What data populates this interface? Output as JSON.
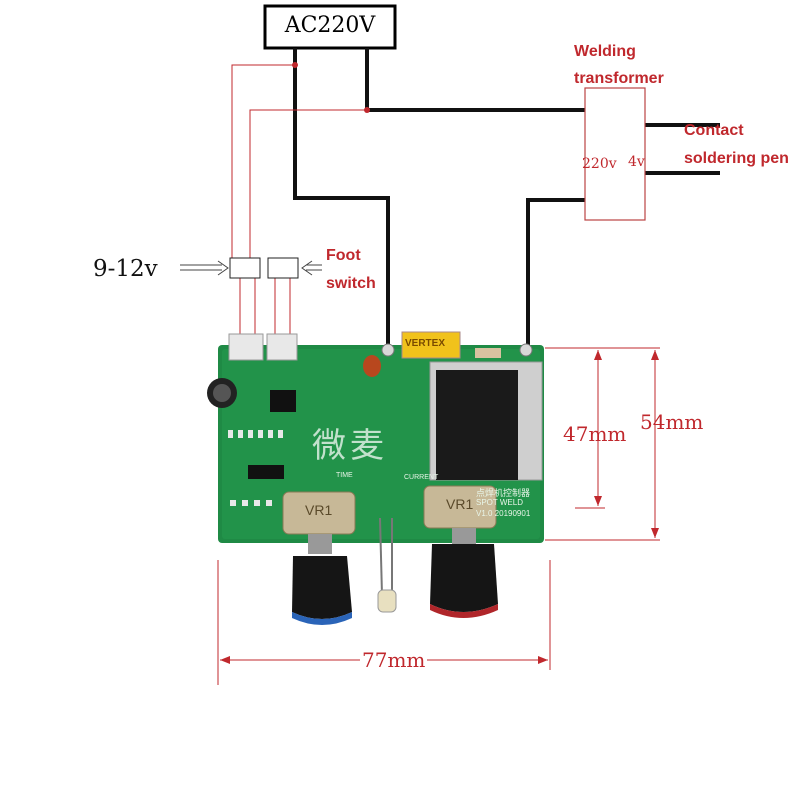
{
  "power_source": {
    "label": "AC220V"
  },
  "transformer": {
    "title_line1": "Welding",
    "title_line2": "transformer",
    "input_voltage": "220v",
    "output_voltage": "4v"
  },
  "output": {
    "line1": "Contact",
    "line2": "soldering pen"
  },
  "dc_input": {
    "label": "9-12v"
  },
  "foot_switch": {
    "line1": "Foot",
    "line2": "switch"
  },
  "dimensions": {
    "height_inner": "47mm",
    "height_outer": "54mm",
    "width": "77mm"
  },
  "board": {
    "watermark": "微麦",
    "capacitor_label": "VERTEX",
    "pot_left": "VR1",
    "pot_right": "VR1",
    "silkscreen_right": "点焊机控制器",
    "silkscreen_right2": "SPOT WELD",
    "silkscreen_date": "V1.0 20190901",
    "current_label": "CURRENT",
    "time_label": "TIME"
  },
  "colors": {
    "annotation": "#c0282d",
    "pcb": "#1f8a45",
    "wire": "#111111"
  }
}
